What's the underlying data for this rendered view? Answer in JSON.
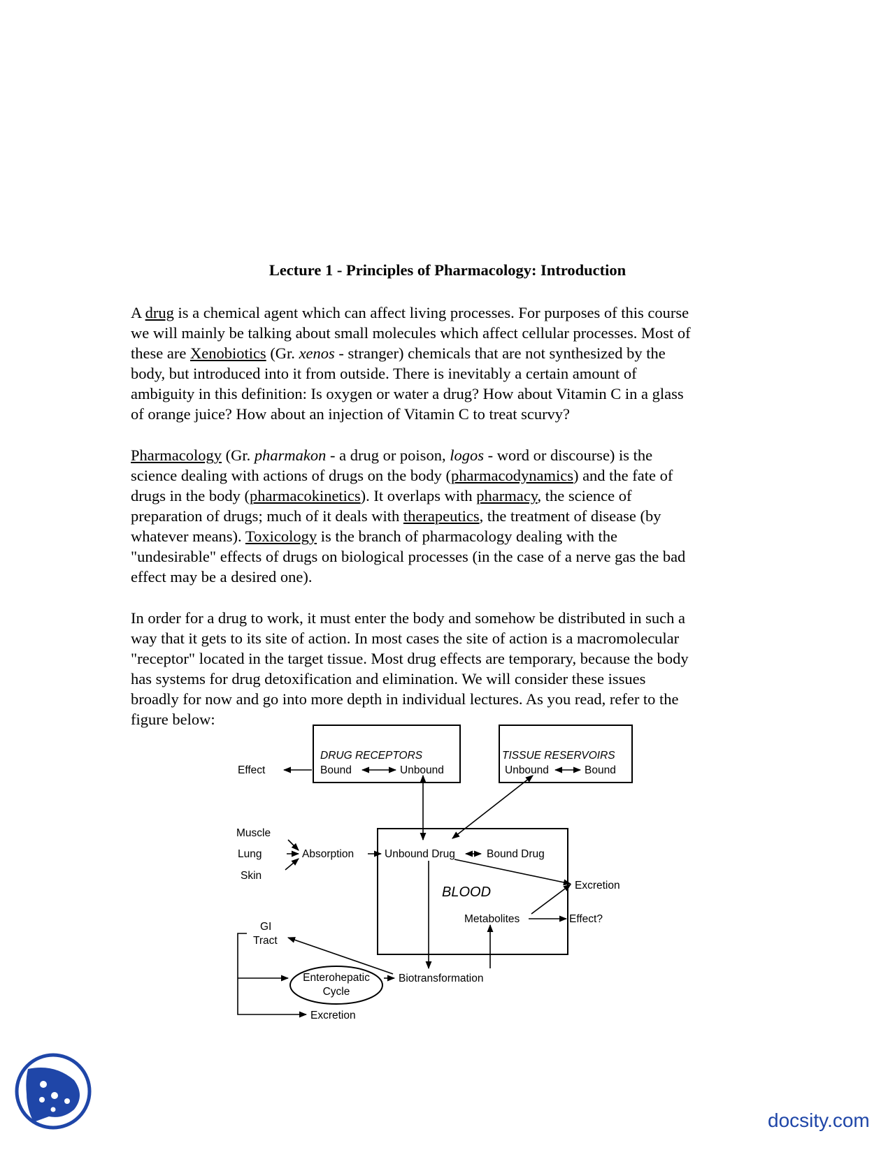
{
  "title": "Lecture 1 - Principles of Pharmacology:  Introduction",
  "paragraphs": [
    [
      [
        {
          "t": "A "
        },
        {
          "t": "drug",
          "u": true
        },
        {
          "t": " is a chemical agent which can affect living processes.  For purposes of this course"
        }
      ],
      [
        {
          "t": "we will mainly be talking about small molecules which affect cellular processes.  Most of"
        }
      ],
      [
        {
          "t": "these are "
        },
        {
          "t": "Xenobiotics",
          "u": true
        },
        {
          "t": " (Gr. "
        },
        {
          "t": "xenos",
          "i": true
        },
        {
          "t": " - stranger) chemicals that are not synthesized by the"
        }
      ],
      [
        {
          "t": "body, but introduced into it from outside.  There is inevitably a certain amount of"
        }
      ],
      [
        {
          "t": "ambiguity in this definition:  Is oxygen or water a drug?  How about Vitamin C in a glass"
        }
      ],
      [
        {
          "t": "of orange juice?  How about an injection of Vitamin C to treat scurvy?"
        }
      ]
    ],
    [
      [
        {
          "t": "Pharmacology",
          "u": true
        },
        {
          "t": " (Gr. "
        },
        {
          "t": "pharmakon",
          "i": true
        },
        {
          "t": " - a drug or poison, "
        },
        {
          "t": "logos",
          "i": true
        },
        {
          "t": " - word or discourse) is the"
        }
      ],
      [
        {
          "t": "science dealing with actions of drugs on the body ("
        },
        {
          "t": "pharmacodynamics",
          "u": true
        },
        {
          "t": ") and the fate of"
        }
      ],
      [
        {
          "t": "drugs in the body ("
        },
        {
          "t": "pharmacokinetics",
          "u": true
        },
        {
          "t": ").  It overlaps with "
        },
        {
          "t": "pharmacy",
          "u": true
        },
        {
          "t": ",  the science of"
        }
      ],
      [
        {
          "t": "preparation of drugs; much of it deals with "
        },
        {
          "t": "therapeutics",
          "u": true
        },
        {
          "t": ",  the treatment of disease (by"
        }
      ],
      [
        {
          "t": "whatever means). "
        },
        {
          "t": "Toxicology",
          "u": true
        },
        {
          "t": " is the branch of pharmacology dealing with the"
        }
      ],
      [
        {
          "t": "\"undesirable\" effects of drugs on biological processes  (in the case of a nerve gas the bad"
        }
      ],
      [
        {
          "t": "effect may be a desired one)."
        }
      ]
    ],
    [
      [
        {
          "t": "In order for a drug to work, it must enter the body and somehow be distributed in such a"
        }
      ],
      [
        {
          "t": "way that it gets to its site of action.  In most cases the site of action is a macromolecular"
        }
      ],
      [
        {
          "t": "\"receptor\" located in the target tissue.  Most drug effects are temporary, because the body"
        }
      ],
      [
        {
          "t": "has systems for drug detoxification and elimination.  We will consider these issues"
        }
      ],
      [
        {
          "t": "broadly for now and go into more depth in individual lectures.  As you read, refer to the"
        }
      ],
      [
        {
          "t": "figure below:"
        }
      ]
    ]
  ],
  "diagram": {
    "drug_receptors_title": "DRUG RECEPTORS",
    "tissue_reservoirs_title": "TISSUE RESERVOIRS",
    "effect": "Effect",
    "receptor_bound": "Bound",
    "receptor_unbound": "Unbound",
    "reservoir_unbound": "Unbound",
    "reservoir_bound": "Bound",
    "muscle": "Muscle",
    "lung": "Lung",
    "skin": "Skin",
    "absorption": "Absorption",
    "unbound_drug": "Unbound Drug",
    "bound_drug": "Bound Drug",
    "blood": "BLOOD",
    "excretion_right": "Excretion",
    "metabolites": "Metabolites",
    "effect_q": "Effect?",
    "gi": "GI",
    "tract": "Tract",
    "enterohepatic": "Enterohepatic",
    "cycle": "Cycle",
    "biotransformation": "Biotransformation",
    "excretion_bottom": "Excretion"
  },
  "footer": {
    "logo_icon": "docsity-logo-icon",
    "brand": "docsity.com",
    "brand_color": "#1f46a8"
  }
}
